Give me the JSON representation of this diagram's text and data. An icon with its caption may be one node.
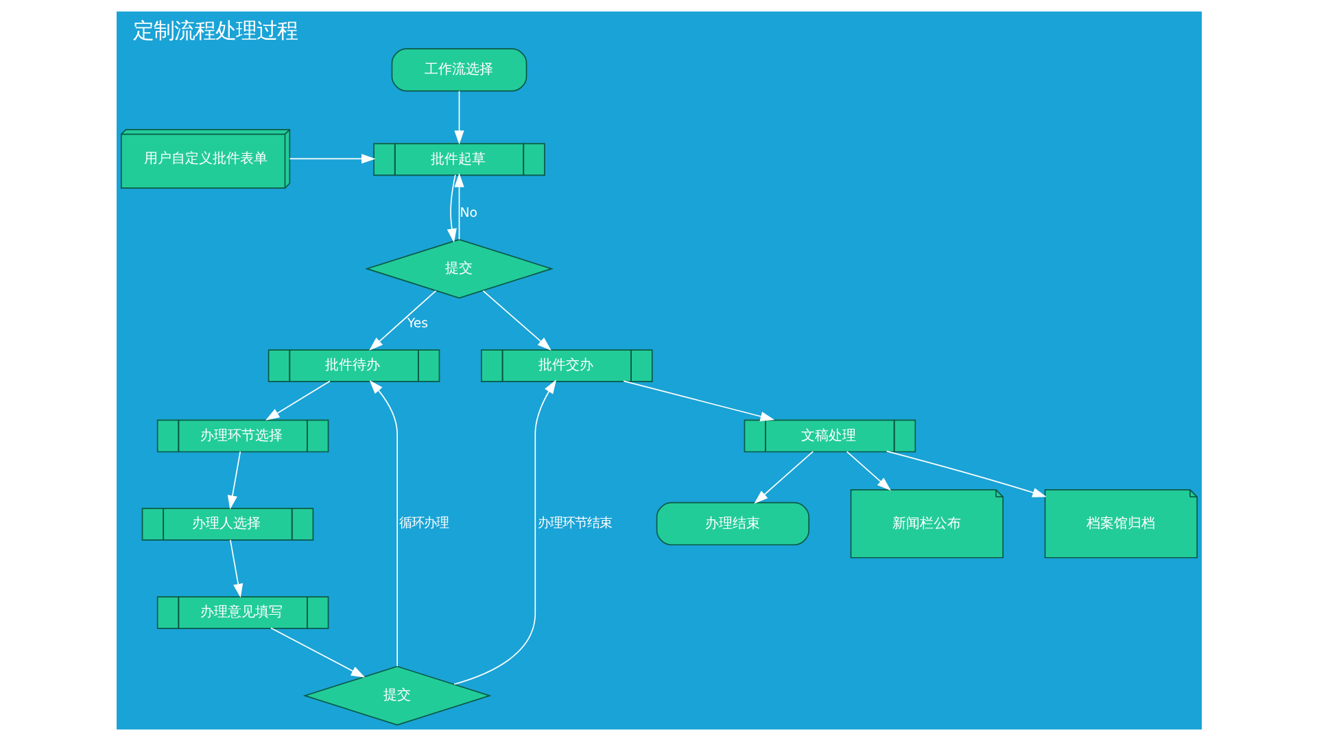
{
  "diagram": {
    "title": "定制流程处理过程",
    "nodes": [
      {
        "text": [
          "工作流选择"
        ]
      },
      {
        "text": [
          "批件起草"
        ]
      },
      {
        "text": [
          "用户自定义批件表单"
        ]
      },
      {
        "text": [
          "提交"
        ]
      },
      {
        "text": [
          "批件待办"
        ]
      },
      {
        "text": [
          "办理环节选择"
        ]
      },
      {
        "text": [
          "办理人选择"
        ]
      },
      {
        "text": [
          "办理意见填写"
        ]
      },
      {
        "text": [
          "提交"
        ]
      },
      {
        "text": [
          "批件交办"
        ]
      },
      {
        "text": [
          "文稿处理"
        ]
      },
      {
        "text": [
          "办理结束"
        ]
      },
      {
        "text": [
          "新闻栏公布"
        ]
      },
      {
        "text": [
          "档案馆归档"
        ]
      }
    ],
    "edges": [
      {
        "from": 0,
        "to": 1,
        "arrow": "to"
      },
      {
        "from": 2,
        "to": 1,
        "arrow": "to"
      },
      {
        "from": 1,
        "to": 3,
        "arrow": "to"
      },
      {
        "from": 3,
        "to": 1,
        "arrow": "to",
        "label": "No"
      },
      {
        "from": 3,
        "to": 4,
        "arrow": "to",
        "label": "Yes"
      },
      {
        "from": 3,
        "to": 9,
        "arrow": "to"
      },
      {
        "from": 4,
        "to": 5,
        "arrow": "to"
      },
      {
        "from": 5,
        "to": 6,
        "arrow": "to"
      },
      {
        "from": 6,
        "to": 7,
        "arrow": "to"
      },
      {
        "from": 7,
        "to": 8,
        "arrow": "to"
      },
      {
        "from": 8,
        "to": 4,
        "arrow": "to",
        "label": "循环办理"
      },
      {
        "from": 8,
        "to": 9,
        "arrow": "to",
        "label": "办理环节结束"
      },
      {
        "from": 9,
        "to": 10,
        "arrow": "to"
      },
      {
        "from": 10,
        "to": 11,
        "arrow": "to"
      },
      {
        "from": 10,
        "to": 12,
        "arrow": "to"
      },
      {
        "from": 10,
        "to": 13,
        "arrow": "to"
      }
    ]
  }
}
